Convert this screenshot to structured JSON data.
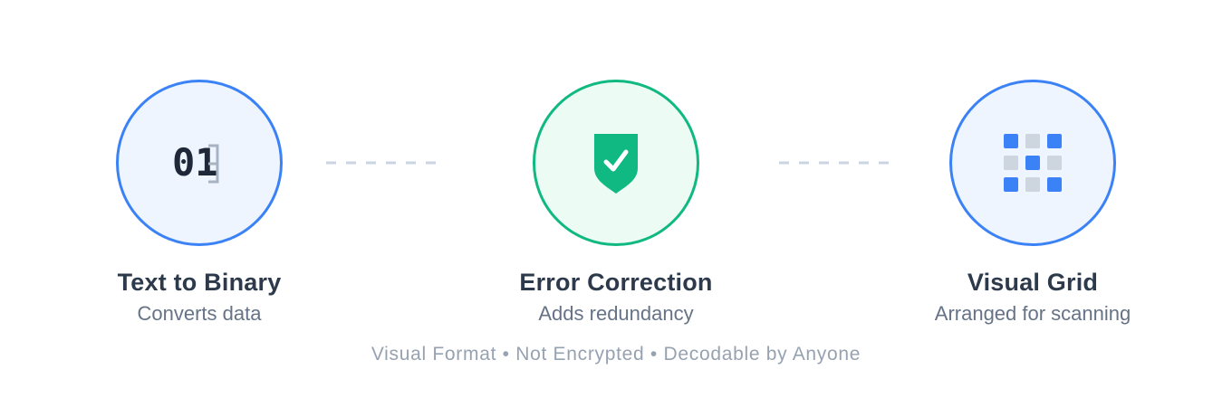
{
  "steps": [
    {
      "title": "Text to Binary",
      "subtitle": "Converts data",
      "icon": "binary-icon",
      "icon_text": "01",
      "accent": "#3b82f6"
    },
    {
      "title": "Error Correction",
      "subtitle": "Adds redundancy",
      "icon": "shield-check-icon",
      "accent": "#10b981"
    },
    {
      "title": "Visual Grid",
      "subtitle": "Arranged for scanning",
      "icon": "grid-icon",
      "accent": "#3b82f6"
    }
  ],
  "footer": "Visual Format • Not Encrypted • Decodable by Anyone",
  "colors": {
    "blue": "#3b82f6",
    "green": "#10b981",
    "title": "#2d3a4b",
    "subtitle": "#667386",
    "footer": "#97a2b1",
    "connector": "#cbd5e1"
  }
}
